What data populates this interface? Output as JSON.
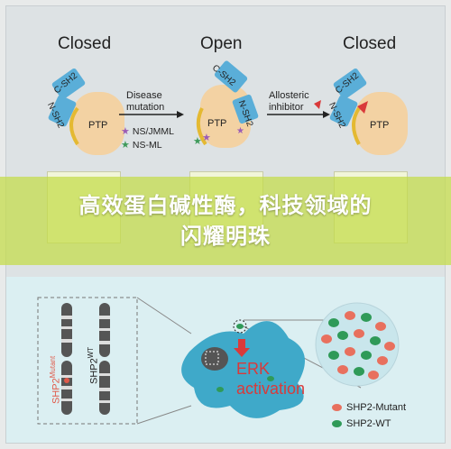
{
  "states": {
    "left": "Closed",
    "middle": "Open",
    "right": "Closed"
  },
  "protein": {
    "csh2": "C-SH2",
    "nsh2": "N-SH2",
    "ptp": "PTP"
  },
  "arrow1": {
    "line1": "Disease",
    "line2": "mutation"
  },
  "arrow2": {
    "line1": "Allosteric",
    "line2": "inhibitor"
  },
  "legend_top": [
    {
      "label": "NS/JMML",
      "color": "#9b5db5"
    },
    {
      "label": "NS-ML",
      "color": "#3f9a5a"
    }
  ],
  "banner": {
    "line1": "高效蛋白碱性酶，科技领域的",
    "line2": "闪耀明珠"
  },
  "chromosomes": {
    "mutant_label": "SHP2",
    "mutant_sup": "Mutant",
    "wt_label": "SHP2",
    "wt_sup": "WT"
  },
  "cell": {
    "erk_line1": "ERK",
    "erk_line2": "activation"
  },
  "legend_bottom": [
    {
      "label": "SHP2-Mutant",
      "color": "#e8705e"
    },
    {
      "label": "SHP2-WT",
      "color": "#2f9a58"
    }
  ],
  "colors": {
    "ptp_body": "#f3d2a3",
    "sh2": "#5aaed8",
    "inhibitor": "#d93a3a",
    "cell": "#3fa9c9",
    "banner": "#c4dc46"
  }
}
